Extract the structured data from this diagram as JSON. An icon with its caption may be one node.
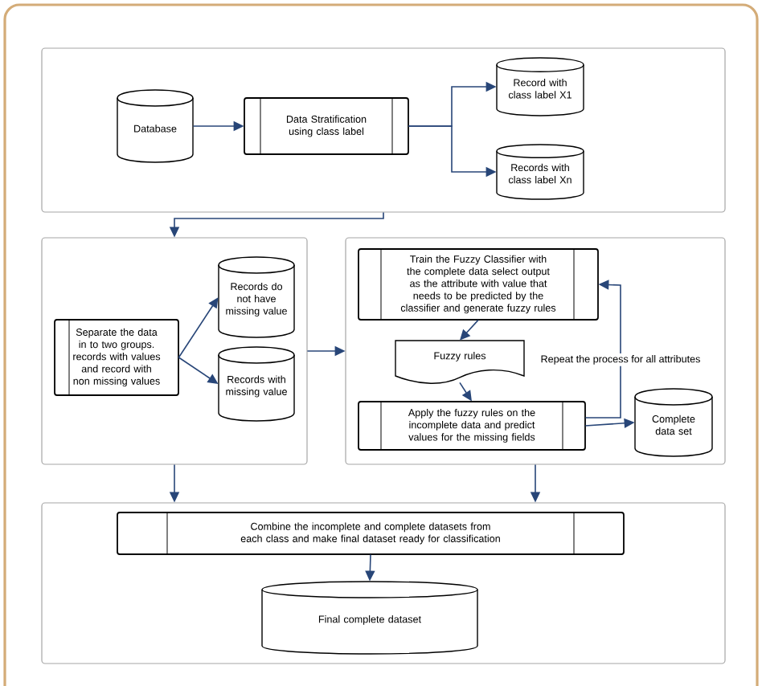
{
  "diagram": {
    "nodes": [
      {
        "text": [],
        "shape": "box"
      },
      {
        "text": [
          "Database"
        ],
        "in": 0
      },
      {
        "text": [
          "Data Stratification using class label"
        ],
        "in": 0
      },
      {
        "text": [
          "Record with class label X1"
        ],
        "in": 0
      },
      {
        "text": [
          "Records with class label Xn"
        ],
        "in": 0
      },
      {
        "text": [],
        "shape": "box"
      },
      {
        "text": [
          "Separate the data in to two groups. records with values and record with non missing values"
        ],
        "in": 5
      },
      {
        "text": [
          "Records do not have missing value"
        ],
        "in": 5
      },
      {
        "text": [
          "Records with missing value"
        ],
        "in": 5
      },
      {
        "text": [],
        "shape": "box"
      },
      {
        "text": [
          "Train the  Fuzzy Classifier with the complete data select output as the attribute with value that needs to be predicted by the classifier and generate fuzzy rules"
        ],
        "in": 9
      },
      {
        "text": [
          "Fuzzy rules"
        ],
        "in": 9
      },
      {
        "text": [
          "Apply the fuzzy rules on the incomplete data and predict values for the missing  fields"
        ],
        "in": 9
      },
      {
        "text": [
          "Complete data set"
        ],
        "in": 9
      },
      {
        "text": [],
        "shape": "box"
      },
      {
        "text": [
          "Combine the incomplete and complete datasets from each class and make final dataset ready for classification"
        ],
        "in": 14
      },
      {
        "text": [
          "Final complete dataset"
        ],
        "in": 14
      }
    ],
    "edges": [
      {
        "from": 1,
        "to": 2,
        "arrow": "to"
      },
      {
        "from": 2,
        "to": 3,
        "arrow": "to"
      },
      {
        "from": 2,
        "to": 4,
        "arrow": "to"
      },
      {
        "from": 0,
        "to": 5,
        "arrow": "to"
      },
      {
        "from": 6,
        "to": 7,
        "arrow": "to"
      },
      {
        "from": 6,
        "to": 8,
        "arrow": "to"
      },
      {
        "from": 5,
        "to": 9,
        "arrow": "to"
      },
      {
        "from": 10,
        "to": 11,
        "arrow": "to"
      },
      {
        "from": 11,
        "to": 12,
        "arrow": "to"
      },
      {
        "from": 12,
        "to": 10,
        "arrow": "to",
        "label": "Repeat the process for all attributes"
      },
      {
        "from": 12,
        "to": 13,
        "arrow": "to"
      },
      {
        "from": 5,
        "to": 14,
        "arrow": "to"
      },
      {
        "from": 9,
        "to": 14,
        "arrow": "to"
      },
      {
        "from": 15,
        "to": 16,
        "arrow": "to"
      }
    ]
  }
}
